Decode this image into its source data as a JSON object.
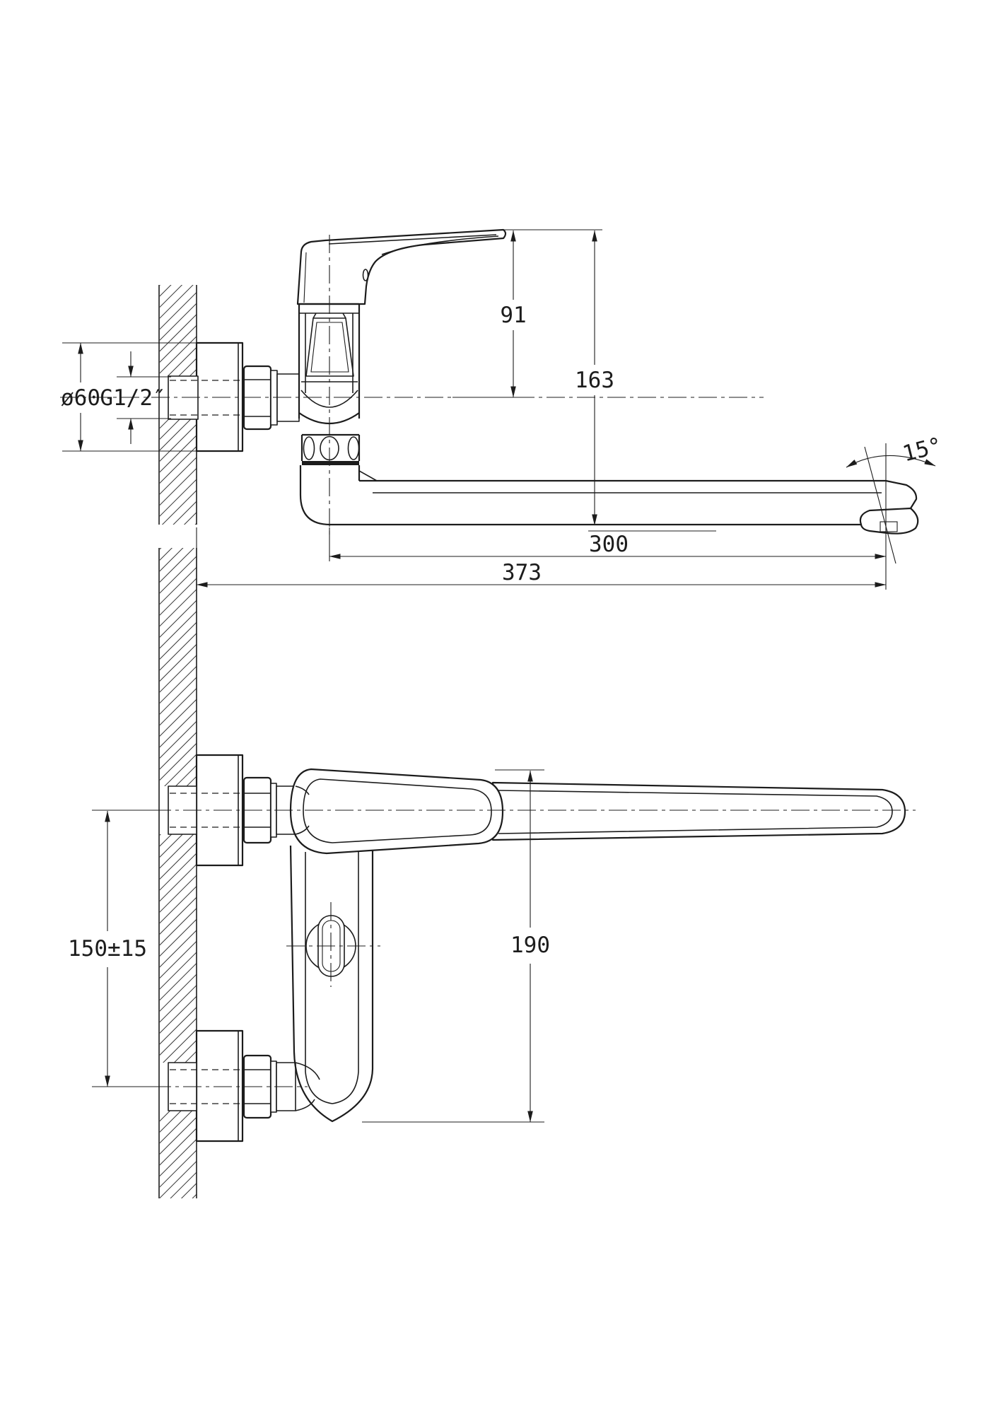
{
  "drawing": {
    "type": "technical-drawing",
    "subject": "wall-mounted single-lever mixer faucet with long swivel spout",
    "background": "#ffffff",
    "line_color": "#1c1c1c",
    "views": {
      "side": {
        "label": "side-elevation",
        "dims": {
          "lever_height": "91",
          "overall_height": "163",
          "spout_reach": "300",
          "overall_depth": "373",
          "flange_diameter": "ø60",
          "thread": "G1/2″",
          "spout_angle": "15°"
        }
      },
      "plan": {
        "label": "plan-view",
        "dims": {
          "centers_spacing": "150±15",
          "body_length": "190"
        }
      }
    }
  }
}
